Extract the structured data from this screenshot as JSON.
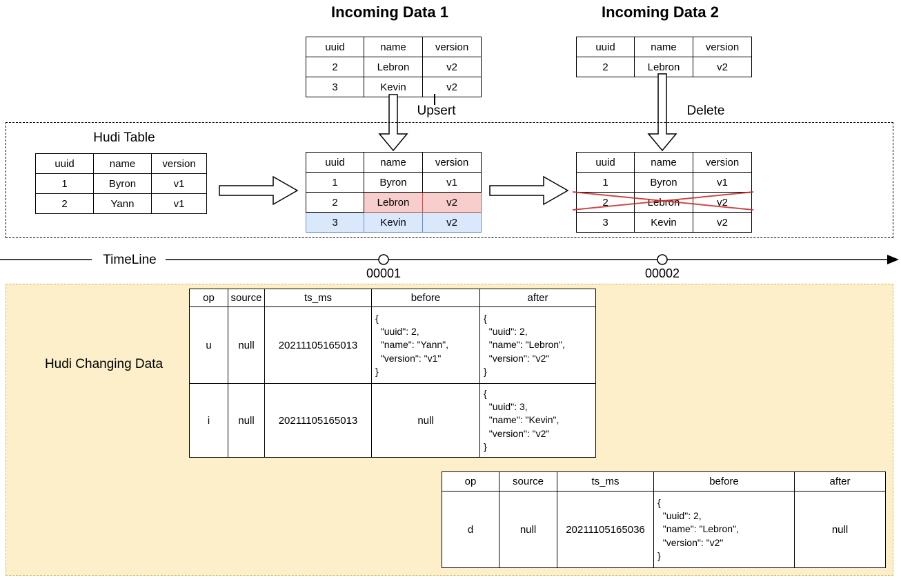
{
  "labels": {
    "incoming1_title": "Incoming Data 1",
    "incoming2_title": "Incoming Data 2",
    "hudi_table_title": "Hudi Table",
    "upsert_label": "Upsert",
    "delete_label": "Delete",
    "timeline_label": "TimeLine",
    "commit1": "00001",
    "commit2": "00002",
    "changing_data_title": "Hudi Changing Data"
  },
  "colors": {
    "highlight_red_fill": "#F8CECC",
    "highlight_red_stroke": "#B85450",
    "highlight_blue_fill": "#DAE8FC",
    "highlight_blue_stroke": "#6C8EBF",
    "changing_box_fill": "#FCEFC9",
    "changing_box_stroke": "#D6B656",
    "delete_cross_color": "#C62828"
  },
  "record_tables": {
    "columns": [
      "uuid",
      "name",
      "version"
    ],
    "incoming1": {
      "rows": [
        [
          "2",
          "Lebron",
          "v2"
        ],
        [
          "3",
          "Kevin",
          "v2"
        ]
      ]
    },
    "incoming2": {
      "rows": [
        [
          "2",
          "Lebron",
          "v2"
        ]
      ]
    },
    "hudi_initial": {
      "rows": [
        [
          "1",
          "Byron",
          "v1"
        ],
        [
          "2",
          "Yann",
          "v1"
        ]
      ]
    },
    "hudi_after_upsert": {
      "rows": [
        [
          "1",
          "Byron",
          "v1"
        ],
        [
          "2",
          "Lebron",
          "v2"
        ],
        [
          "3",
          "Kevin",
          "v2"
        ]
      ]
    },
    "hudi_after_delete": {
      "rows": [
        [
          "1",
          "Byron",
          "v1"
        ],
        [
          "2",
          "Lebron",
          "v2"
        ],
        [
          "3",
          "Kevin",
          "v2"
        ]
      ]
    }
  },
  "cdc_tables": {
    "columns": [
      "op",
      "source",
      "ts_ms",
      "before",
      "after"
    ],
    "batch1": {
      "rows": [
        {
          "op": "u",
          "source": "null",
          "ts_ms": "20211105165013",
          "before": "{\n  \"uuid\": 2,\n  \"name\": \"Yann\",\n  \"version\": \"v1\"\n}",
          "after": "{\n  \"uuid\": 2,\n  \"name\": \"Lebron\",\n  \"version\": \"v2\"\n}"
        },
        {
          "op": "i",
          "source": "null",
          "ts_ms": "20211105165013",
          "before": "null",
          "after": "{\n  \"uuid\": 3,\n  \"name\": \"Kevin\",\n  \"version\": \"v2\"\n}"
        }
      ]
    },
    "batch2": {
      "rows": [
        {
          "op": "d",
          "source": "null",
          "ts_ms": "20211105165036",
          "before": "{\n  \"uuid\": 2,\n  \"name\": \"Lebron\",\n  \"version\": \"v2\"\n}",
          "after": "null"
        }
      ]
    }
  }
}
